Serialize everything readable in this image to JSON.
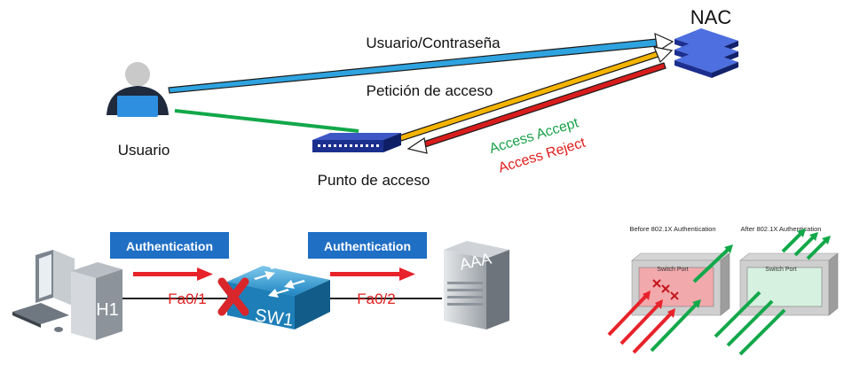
{
  "top": {
    "nac_title": "NAC",
    "user_label": "Usuario",
    "ap_label": "Punto de acceso",
    "flow_credentials": "Usuario/Contraseña",
    "flow_request": "Petición de acceso",
    "flow_accept": "Access Accept",
    "flow_reject": "Access Reject"
  },
  "bottom": {
    "auth_badge_1": "Authentication",
    "auth_badge_2": "Authentication",
    "host_label": "H1",
    "switch_label": "SW1",
    "server_label": "AAA",
    "port_left": "Fa0/1",
    "port_right": "Fa0/2"
  },
  "ports": {
    "before_title": "Before 802.1X Authentication",
    "after_title": "After 802.1X Authentication",
    "port_label_before": "Switch Port",
    "port_label_after": "Switch Port"
  },
  "colors": {
    "blue_arrow": "#2ea3df",
    "green_line": "#12a84a",
    "orange_arrow": "#f4b400",
    "red_arrow": "#d81c1c",
    "badge_blue": "#1f6fc5",
    "accept_text": "#1aa24a",
    "reject_text": "#e01e1e"
  }
}
